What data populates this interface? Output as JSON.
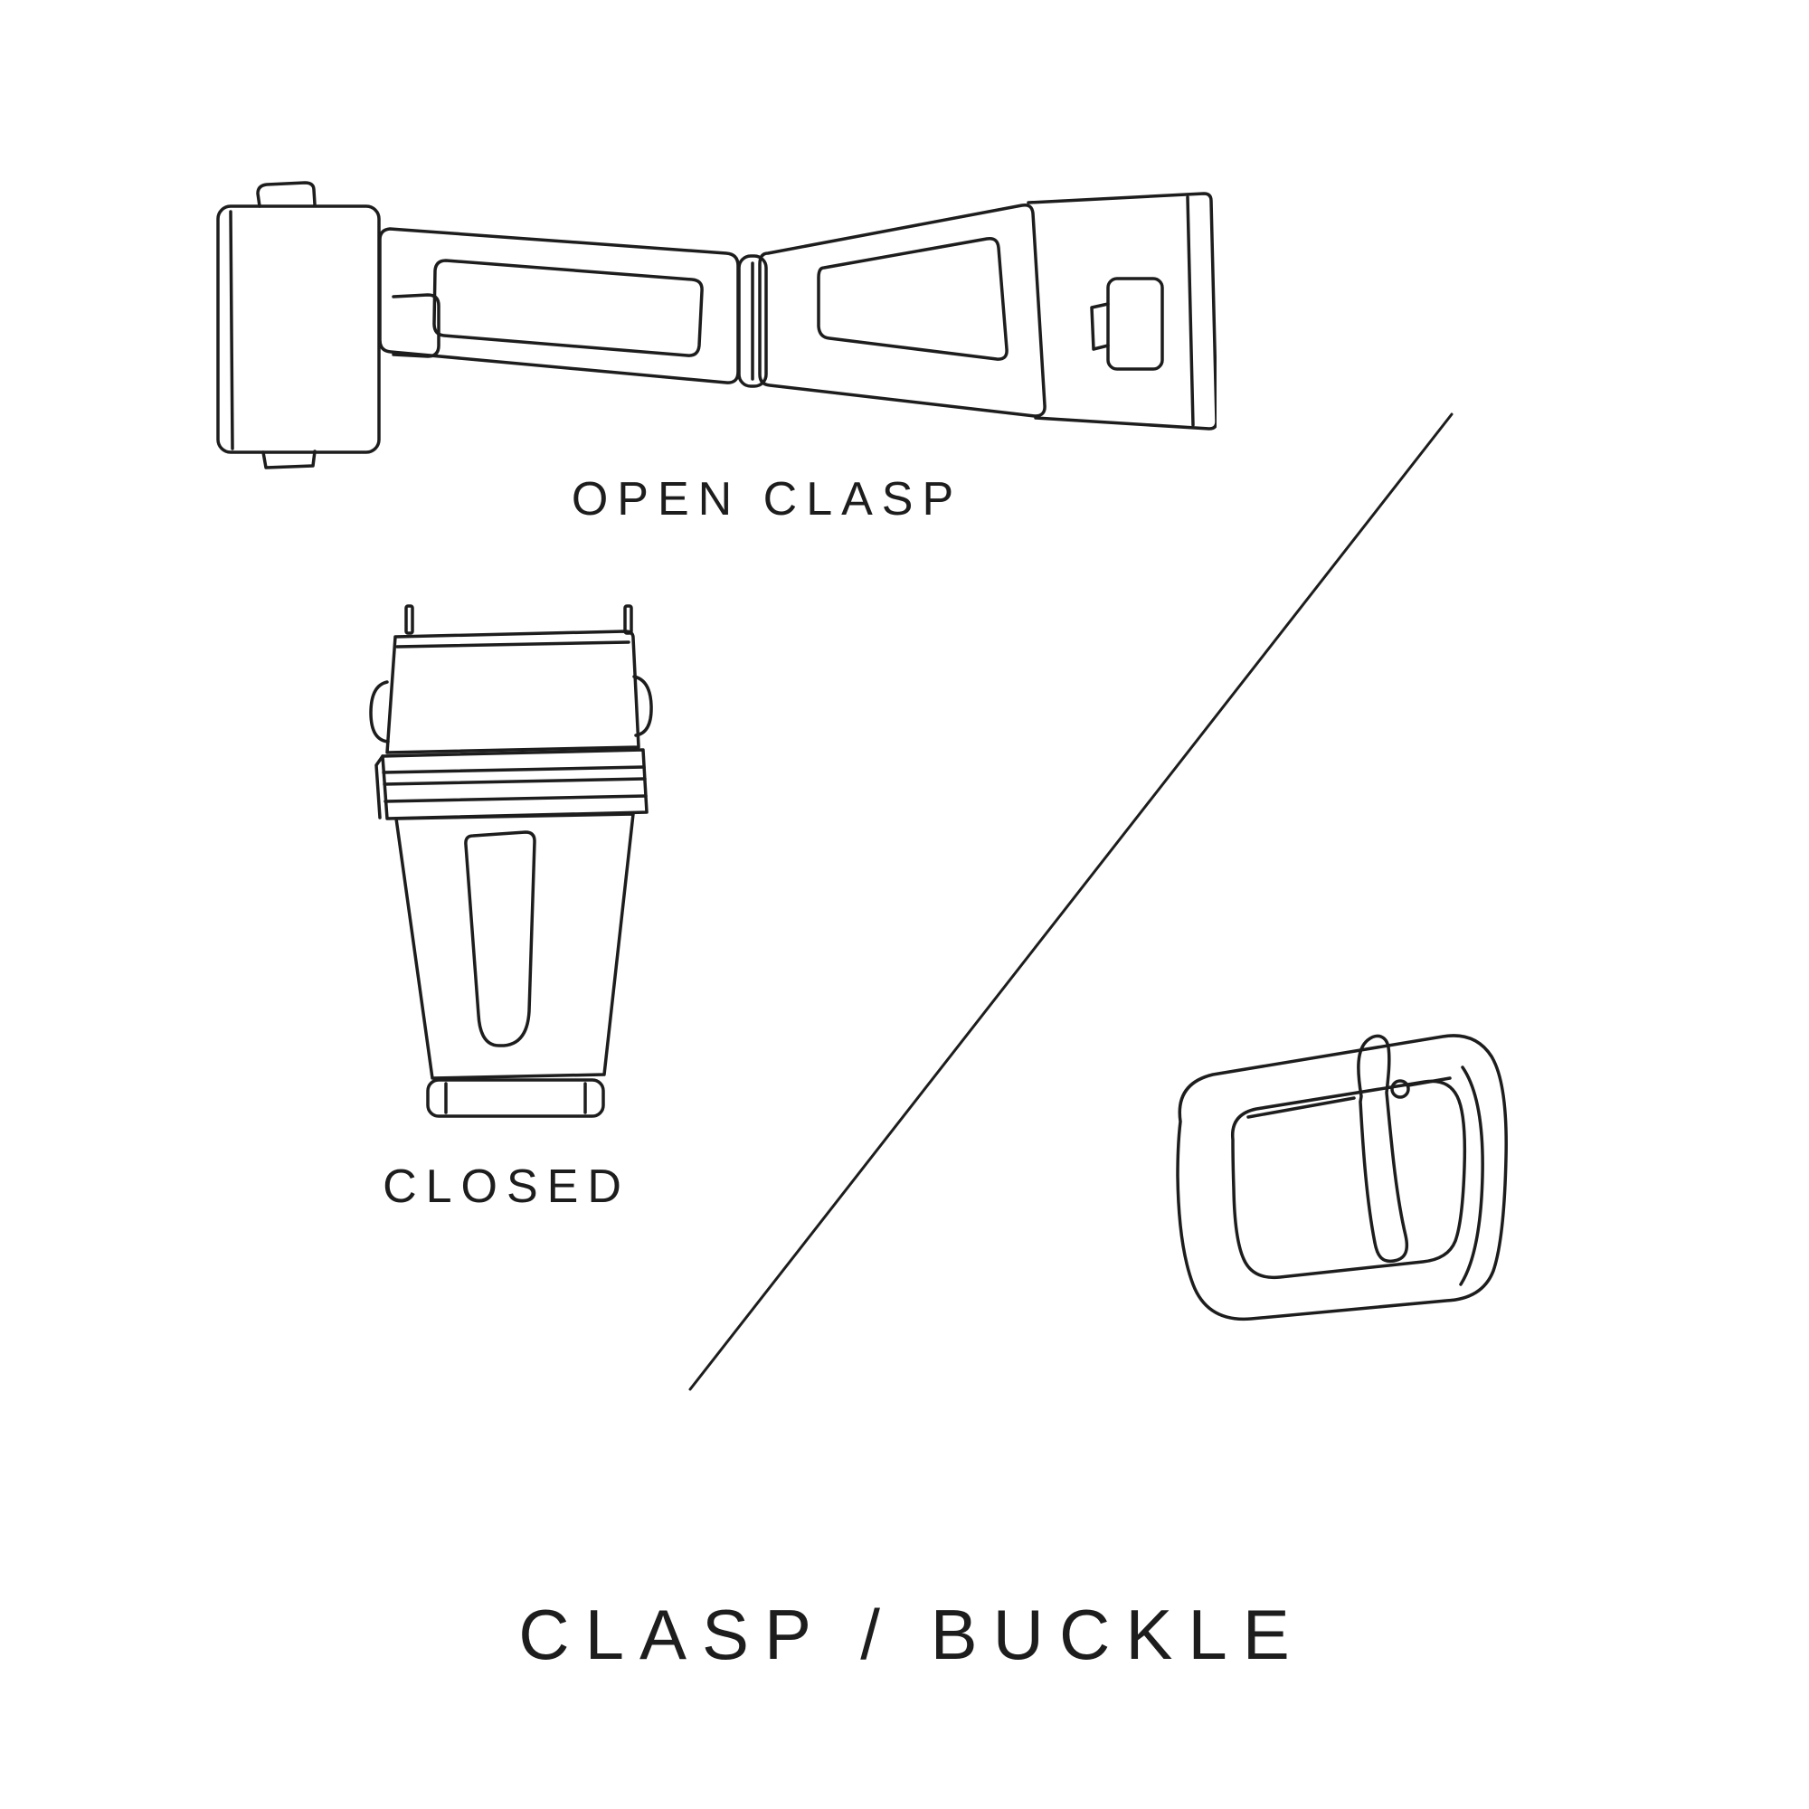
{
  "page": {
    "background": "#ffffff",
    "ink_color": "#1d1d1d"
  },
  "labels": {
    "open_clasp": "OPEN CLASP",
    "closed": "CLOSED",
    "title": "CLASP / BUCKLE"
  },
  "icons": [
    {
      "name": "open-clasp-illustration"
    },
    {
      "name": "closed-clasp-illustration"
    },
    {
      "name": "pin-buckle-illustration"
    },
    {
      "name": "diagonal-divider-line"
    }
  ]
}
